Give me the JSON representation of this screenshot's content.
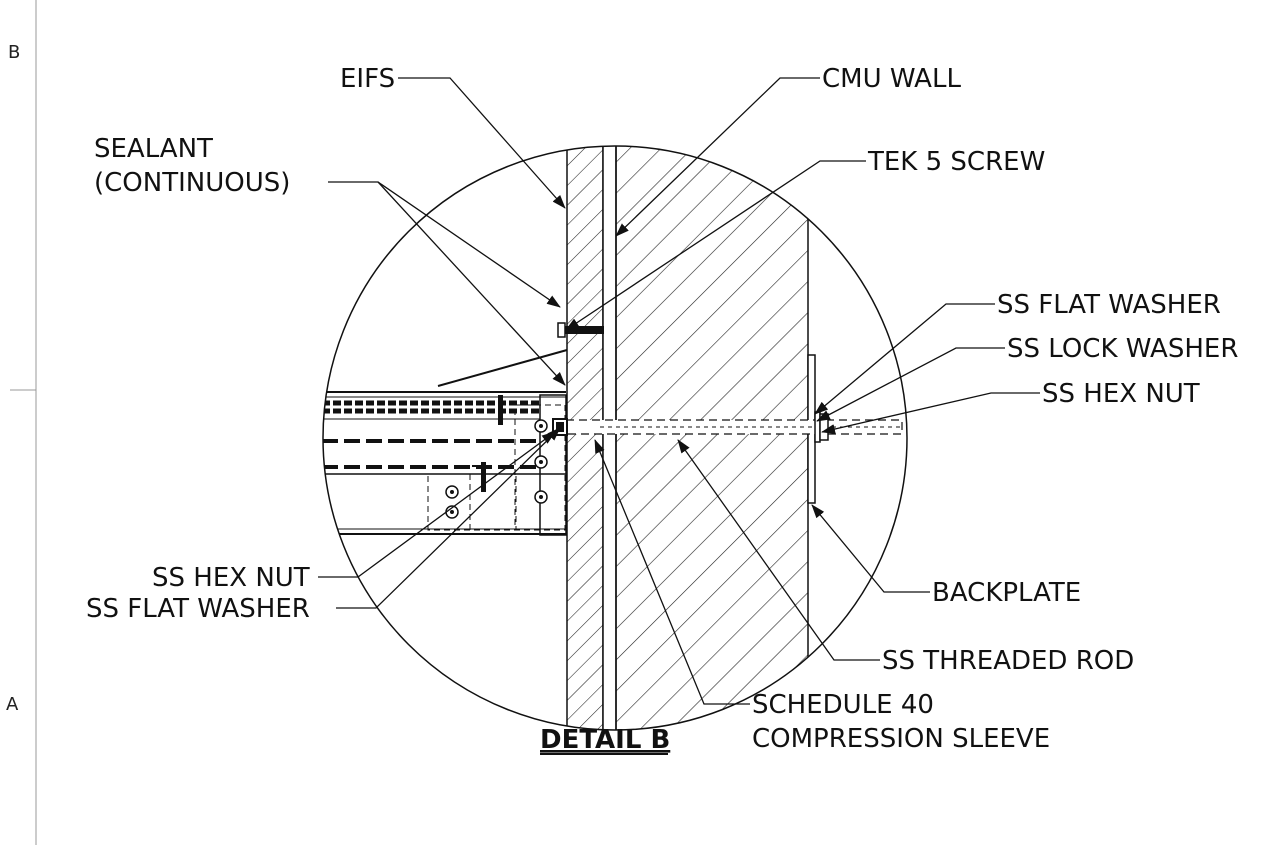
{
  "zone_labels": {
    "top": "B",
    "bottom": "A"
  },
  "detail_title": "DETAIL B",
  "callouts": {
    "eifs": "EIFS",
    "cmu_wall": "CMU WALL",
    "sealant_line1": "SEALANT",
    "sealant_line2": "(CONTINUOUS)",
    "tek_screw": "TEK 5 SCREW",
    "ss_flat_washer_right": "SS FLAT WASHER",
    "ss_lock_washer": "SS LOCK WASHER",
    "ss_hex_nut_right": "SS HEX NUT",
    "ss_hex_nut_left": "SS HEX NUT",
    "ss_flat_washer_left": "SS FLAT WASHER",
    "backplate": "BACKPLATE",
    "ss_threaded_rod": "SS THREADED ROD",
    "sleeve_line1": "SCHEDULE 40",
    "sleeve_line2": "COMPRESSION SLEEVE"
  }
}
